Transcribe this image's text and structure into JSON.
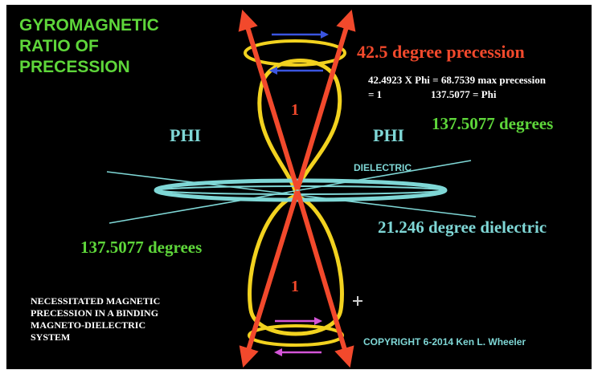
{
  "colors": {
    "background": "#000000",
    "title": "#5ed63a",
    "arrow": "#f2492c",
    "loop": "#f2d21f",
    "dielectric": "#7fd7d6",
    "phi": "#7fd7d6",
    "green_text": "#5ed63a",
    "white_text": "#ffffff",
    "blue_arrow": "#3a55e0",
    "magenta_arrow": "#d455d8"
  },
  "title": [
    "GYROMAGNETIC",
    "RATIO OF",
    "PRECESSION"
  ],
  "precession_label": "42.5 degree precession",
  "equation_line1": "42.4923 X Phi = 68.7539 max precession",
  "equation_line2_left": "= 1",
  "equation_line2_right": "137.5077 = Phi",
  "phi_left": "PHI",
  "phi_right": "PHI",
  "degrees_right": "137.5077 degrees",
  "degrees_left": "137.5077 degrees",
  "dielectric_label": "DIELECTRIC",
  "dielectric_degree_label": "21.246 degree dielectric",
  "upper_one": "1",
  "lower_one": "1",
  "bottom_note": [
    "NECESSITATED MAGNETIC",
    "PRECESSION IN A BINDING",
    "MAGNETO-DIELECTRIC",
    "SYSTEM"
  ],
  "copyright": "COPYRIGHT 6-2014 Ken L. Wheeler",
  "icons": [
    "plus-cursor-icon"
  ]
}
